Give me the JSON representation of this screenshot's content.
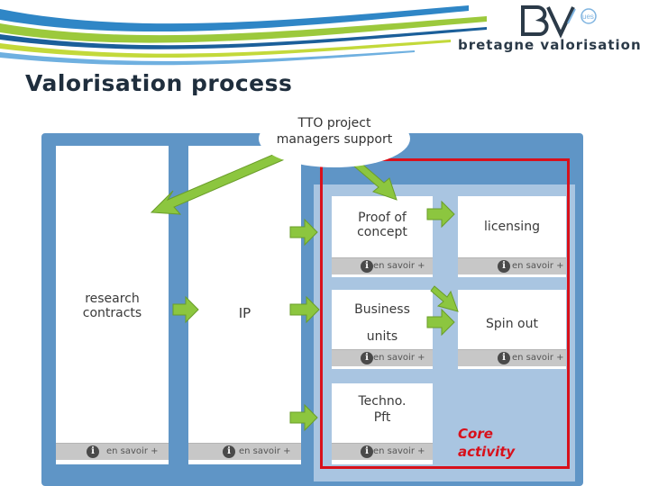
{
  "header": {
    "logo_text": "bretagne valorisation",
    "logo_superscript": "ues",
    "title": "Valorisation process"
  },
  "bubble": {
    "text": "TTO project managers support"
  },
  "columns": [
    {
      "label": "research contracts",
      "more": "en savoir +"
    },
    {
      "label": "IP",
      "more": "en savoir +"
    }
  ],
  "boxes": {
    "proof": {
      "label": "Proof of concept",
      "more": "en savoir +"
    },
    "licensing": {
      "label": "licensing",
      "more": "en savoir +"
    },
    "business": {
      "label1": "Business",
      "label2": "units",
      "more": "en savoir +"
    },
    "spinout": {
      "label": "Spin out",
      "more": "en savoir +"
    },
    "techno": {
      "label1": "Techno.",
      "label2": "Pft",
      "more": "en savoir +"
    }
  },
  "core_activity": {
    "line1": "Core",
    "line2": "activity"
  },
  "colors": {
    "frame": "#5f95c6",
    "arrow": "#8cc63f",
    "highlight": "#d8101b",
    "title": "#1f2e3d"
  },
  "icons": [
    "info-icon",
    "arrow-right-icon",
    "arrow-down-left-icon"
  ]
}
